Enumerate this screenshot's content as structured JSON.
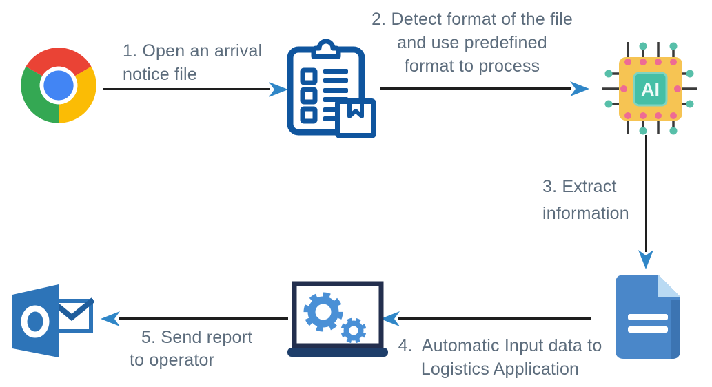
{
  "diagram": {
    "type": "process-flow",
    "sequence": [
      "chrome-browser",
      "clipboard-checklist",
      "ai-chip",
      "document",
      "laptop-gears",
      "outlook-email"
    ]
  },
  "steps": {
    "s1": {
      "lines": [
        "1. Open an arrival",
        "notice file"
      ]
    },
    "s2": {
      "lines": [
        "2. Detect format of the file",
        "and use predefined",
        "format to process"
      ]
    },
    "s3": {
      "lines": [
        "3. Extract",
        "information"
      ]
    },
    "s4": {
      "lines": [
        "4.  Automatic Input data to",
        "Logistics Application"
      ]
    },
    "s5": {
      "lines": [
        "5. Send report",
        "to operator"
      ]
    }
  },
  "chip": {
    "text": "AI"
  },
  "icons": {
    "source": "chrome-browser-icon",
    "checklist": "clipboard-checklist-icon",
    "processor": "ai-chip-icon",
    "extracted": "document-icon",
    "automation": "laptop-gears-icon",
    "email": "outlook-email-icon",
    "connectors": "arrowhead-icon"
  },
  "colors": {
    "background": "#FFFFFF",
    "text": "#5C6C7C",
    "arrow_line": "#1E1E1E",
    "arrow_head": "#2F86C7",
    "clipboard_blue": "#0F559E",
    "chip_body": "#F6C453",
    "chip_core": "#45BFA6",
    "chip_core_border": "#7FD4C2",
    "chip_pin": "#3A3A3A",
    "chip_dot_pink": "#EE6B94",
    "chip_dot_teal": "#57BFA9",
    "document_blue": "#4A87C9",
    "document_edge": "#3C74B2",
    "document_fold": "#B9DAF3",
    "gear_blue": "#4A90D6",
    "laptop_frame": "#232F4E",
    "laptop_base": "#1E3E6A",
    "outlook_blue": "#2D74B8",
    "outlook_flap": "#1F5D9C",
    "chrome_red": "#EA4335",
    "chrome_green": "#34A853",
    "chrome_yellow": "#FBBC05",
    "chrome_blue": "#4285F4"
  }
}
